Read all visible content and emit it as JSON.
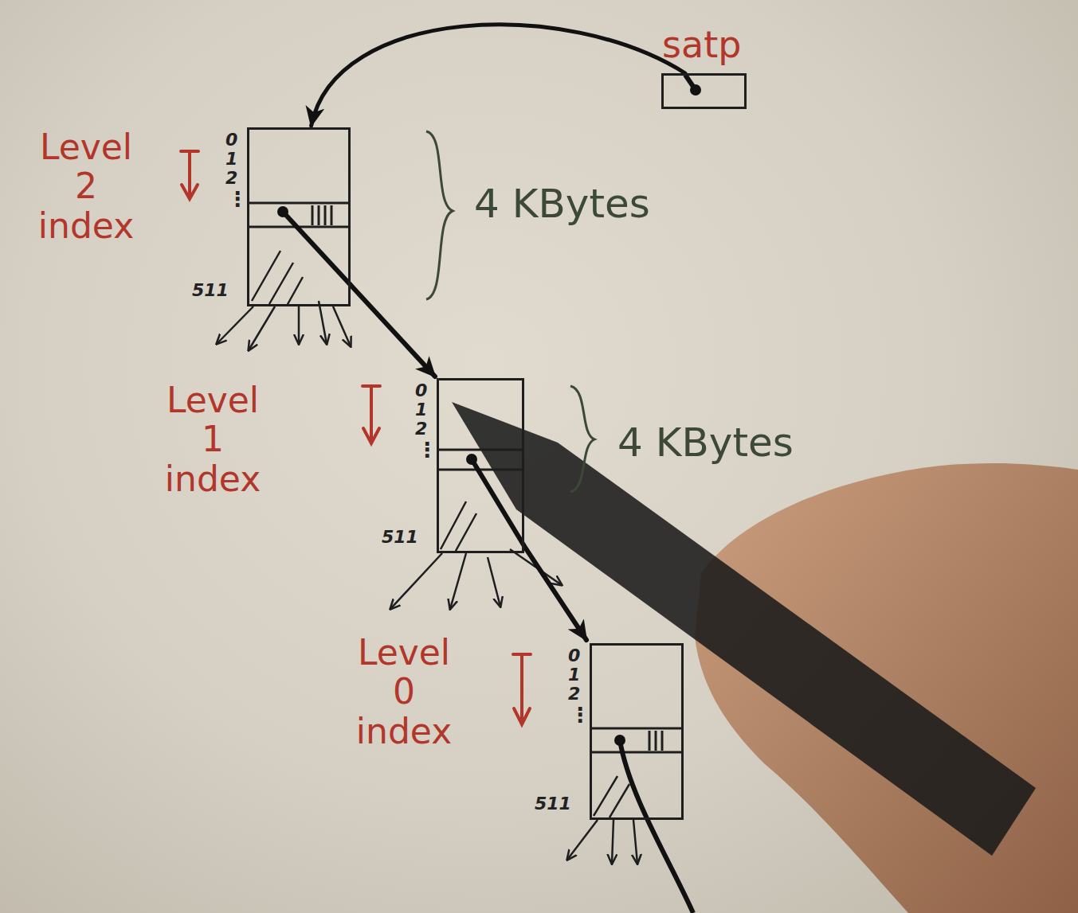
{
  "diagram": {
    "nodes": [
      {
        "text": [
          "satp"
        ]
      },
      {
        "text": [
          "0",
          "1",
          "2",
          "⋮",
          "511"
        ]
      },
      {
        "text": [
          "0",
          "1",
          "2",
          "⋮",
          "511"
        ]
      },
      {
        "text": [
          "0",
          "1",
          "2",
          "⋮",
          "511"
        ]
      }
    ],
    "edges": [
      {
        "from": 0,
        "to": 1,
        "arrow": "to"
      },
      {
        "from": 1,
        "to": 2,
        "arrow": "to"
      },
      {
        "from": 2,
        "to": 3,
        "arrow": "to"
      }
    ],
    "labels": [
      "Level 2 index",
      "4 KBytes",
      "Level 1 index",
      "4 KBytes",
      "Level 0 index"
    ]
  }
}
